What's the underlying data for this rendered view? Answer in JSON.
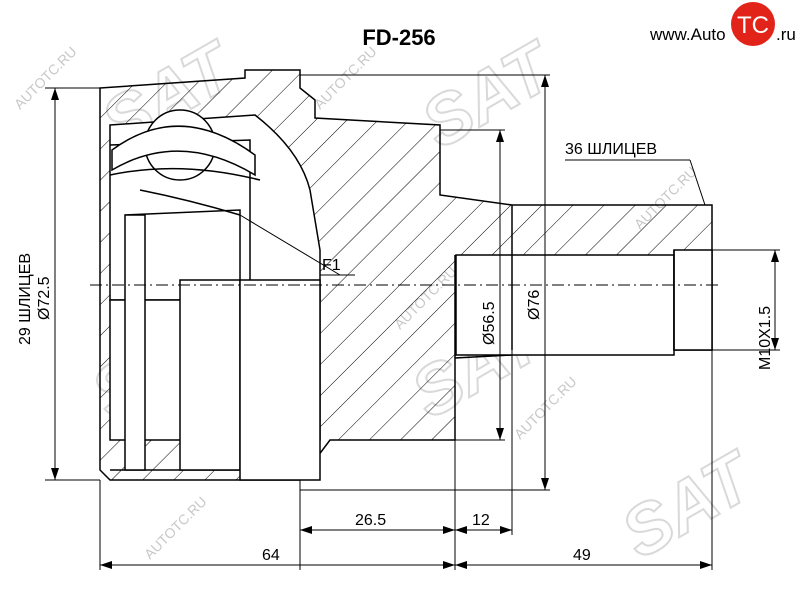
{
  "title": "FD-256",
  "brand": {
    "prefix": "www.Auto",
    "mark": "TC",
    "suffix": ".ru",
    "mark_color": "#e2231a"
  },
  "watermark": {
    "text": "AUTOTC.RU",
    "logo_text": "SAT"
  },
  "labels": {
    "splines_left": "29 ШЛИЦЕВ",
    "dia_left": "Ø72.5",
    "splines_right": "36 ШЛИЦЕВ",
    "f1": "F1",
    "dia_56": "Ø56.5",
    "dia_76": "Ø76",
    "thread": "M10X1.5",
    "len_26": "26.5",
    "len_12": "12",
    "len_64": "64",
    "len_49": "49"
  }
}
